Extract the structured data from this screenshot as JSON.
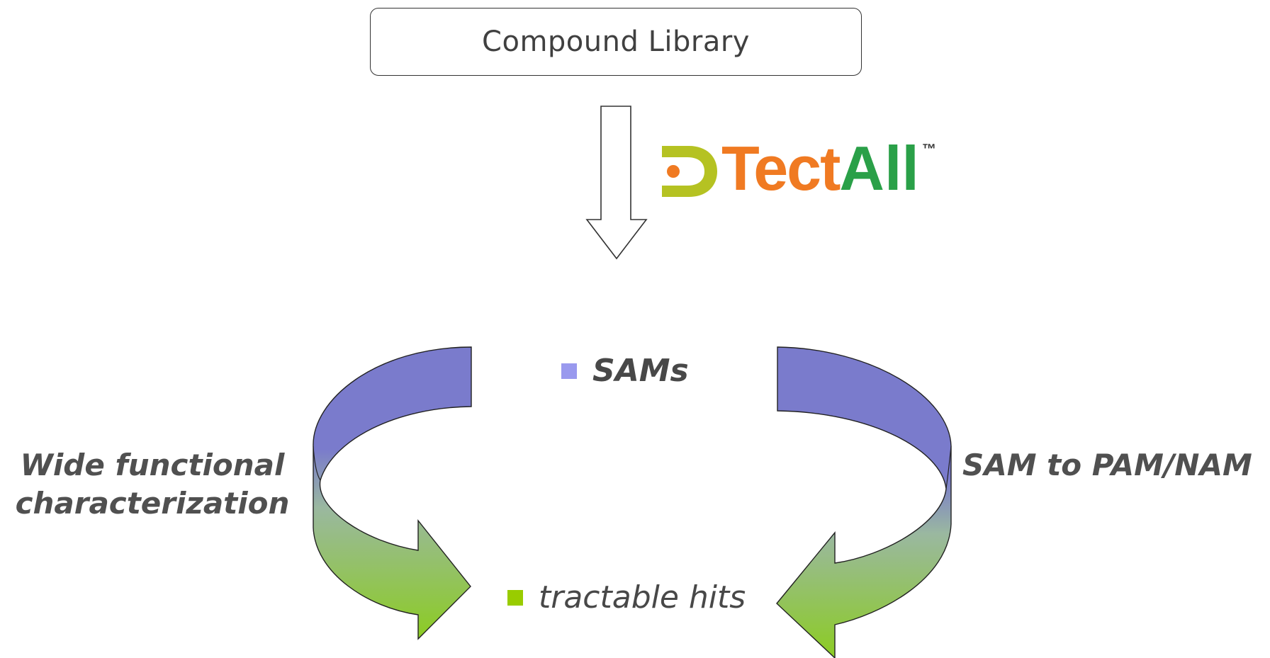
{
  "top_box": {
    "label": "Compound Library"
  },
  "logo": {
    "name": "DTectAll logo",
    "text_tect": "Tect",
    "text_all": "All",
    "trademark": "™",
    "colors": {
      "d_mark": "#b5c222",
      "tect": "#f07a22",
      "all": "#2aa048",
      "dot": "#f07a22"
    }
  },
  "cycle": {
    "top_item": {
      "label": "SAMs",
      "bullet_color": "#9999ee"
    },
    "bottom_item": {
      "label": "tractable hits",
      "bullet_color": "#99cc00"
    },
    "left_label": {
      "line1": "Wide functional",
      "line2": "characterization"
    },
    "right_label": {
      "label": "SAM to PAM/NAM"
    }
  },
  "colors": {
    "arrow_top": "#7a7bcc",
    "arrow_mid": "#9ab8a0",
    "arrow_bottom": "#8ccc22",
    "outline": "#222222"
  }
}
